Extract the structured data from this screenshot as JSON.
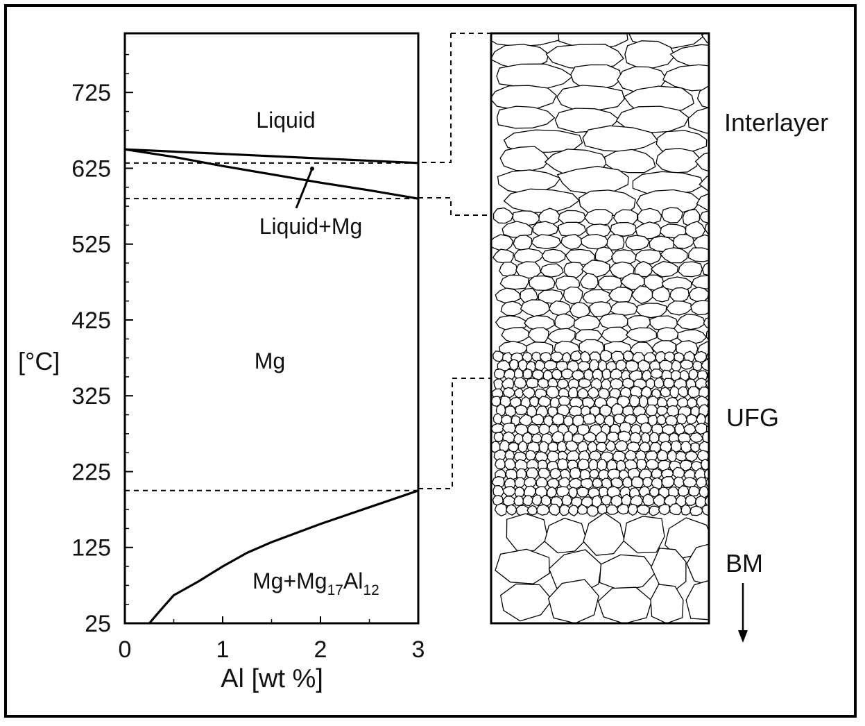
{
  "chart_data": {
    "type": "line",
    "xlabel": "Al [wt %]",
    "ylabel": "[°C]",
    "xlim": [
      0,
      3
    ],
    "ylim": [
      25,
      800
    ],
    "x_ticks": [
      "0",
      "1",
      "2",
      "3"
    ],
    "y_ticks": [
      "25",
      "125",
      "225",
      "325",
      "425",
      "525",
      "625",
      "725"
    ],
    "series": [
      {
        "points": [
          [
            0,
            650
          ],
          [
            1,
            644
          ],
          [
            2,
            638
          ],
          [
            3,
            632
          ]
        ]
      },
      {
        "points": [
          [
            0,
            650
          ],
          [
            0.5,
            640
          ],
          [
            1,
            628
          ],
          [
            1.5,
            617
          ],
          [
            2,
            606
          ],
          [
            2.5,
            596
          ],
          [
            3,
            585
          ]
        ]
      },
      {
        "points": [
          [
            0.25,
            25
          ],
          [
            0.35,
            40
          ],
          [
            0.5,
            62
          ],
          [
            0.75,
            80
          ],
          [
            1,
            100
          ],
          [
            1.25,
            118
          ],
          [
            1.5,
            132
          ],
          [
            2,
            156
          ],
          [
            2.5,
            178
          ],
          [
            3,
            200
          ]
        ]
      }
    ],
    "guides": [
      632,
      585,
      200
    ],
    "regions": {
      "liquid": "Liquid",
      "liquid_mg": "Liquid+Mg",
      "mg": "Mg",
      "mg_mg17al12": {
        "base": "Mg+Mg",
        "sub1": "17",
        "mid": "Al",
        "sub2": "12"
      }
    }
  },
  "microstructure": {
    "labels": {
      "interlayer": "Interlayer",
      "ufg": "UFG",
      "bm": "BM"
    }
  }
}
